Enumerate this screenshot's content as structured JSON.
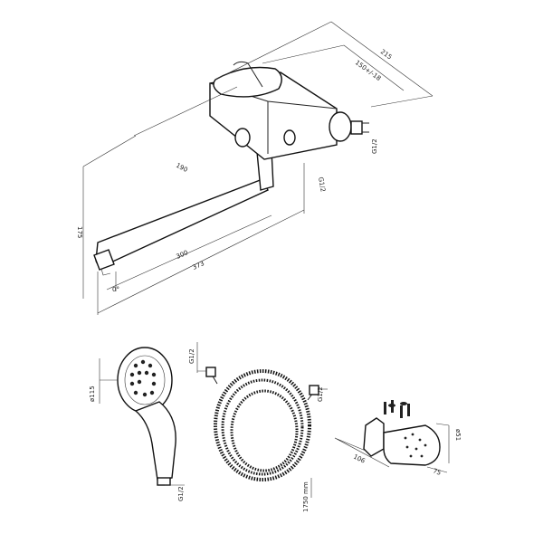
{
  "faucet": {
    "dim_215": "215",
    "dim_150": "150+/-18",
    "dim_190": "190",
    "dim_175": "175",
    "dim_300": "300",
    "dim_373": "373",
    "dim_angle": "0°",
    "thread_inlet": "G1/2",
    "thread_outlet": "G1/2"
  },
  "shower_head": {
    "dim_115": "ø115",
    "thread": "G1/2"
  },
  "hose": {
    "thread_left": "G1/2",
    "thread_right": "G1/2",
    "length": "1750 mm"
  },
  "holder": {
    "dim_106": "106",
    "dim_75": "75",
    "dim_51": "ø51"
  }
}
